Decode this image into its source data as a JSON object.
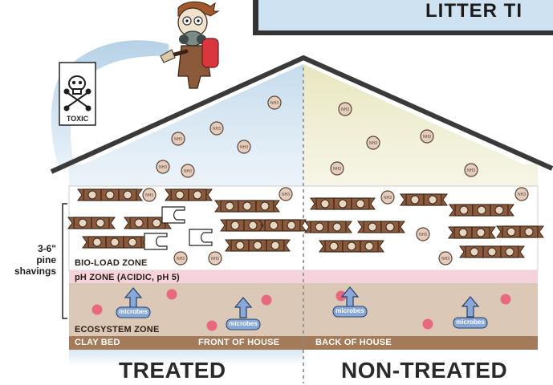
{
  "banner": {
    "title": "LITTER TI"
  },
  "toxic_sign": {
    "label": "TOXIC"
  },
  "marker": {
    "label": "NH3"
  },
  "bedding": {
    "line1": "3-6\"",
    "line2": "pine",
    "line3": "shavings"
  },
  "zones": {
    "bio_load": "BIO-LOAD ZONE",
    "ph": "pH ZONE (ACIDIC, pH 5)",
    "ecosystem": "ECOSYSTEM ZONE"
  },
  "microbes_label": "microbes",
  "bed": {
    "clay": "CLAY BED",
    "front": "FRONT OF HOUSE",
    "back": "BACK OF HOUSE"
  },
  "sides": {
    "treated": "TREATED",
    "non_treated": "NON-TREATED"
  },
  "colors": {
    "treated_air": "#d6e6f2",
    "untreated_air": "#eeeed0",
    "ph_band": "#f6d3dc",
    "ecosystem": "#dcc8b6",
    "clay_bed": "#a37b5a",
    "microbe_badge": "#8aa8d6",
    "ammonia": "#e4cdbd",
    "pink_dot": "#e8687e",
    "droppings": "#8b5a3c"
  },
  "icons": [
    "skull-crossbones-icon",
    "sprayer-person-icon",
    "up-arrow-icon"
  ]
}
